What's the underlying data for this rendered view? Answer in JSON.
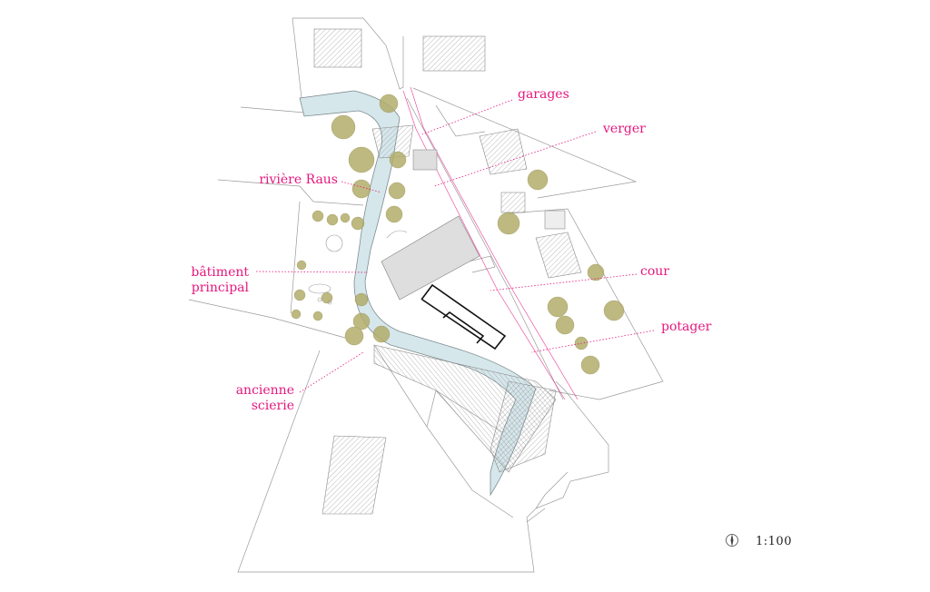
{
  "colors": {
    "label": "#e5177e",
    "leader": "#e5177e",
    "river_fill": "#d6e7ec",
    "river_edge": "#7d8c90",
    "building_fill": "#dedede",
    "hatch": "#8a8a8a",
    "tree": "#b2ad6b",
    "line": "#9a9a9a"
  },
  "labels": {
    "garages": "garages",
    "verger": "verger",
    "riviere": "rivière Raus",
    "batiment": "bâtiment\nprincipal",
    "cour": "cour",
    "potager": "potager",
    "scierie": "ancienne\nscierie"
  },
  "north_arrow_icon": "north-arrow-icon",
  "scale": "1:100"
}
